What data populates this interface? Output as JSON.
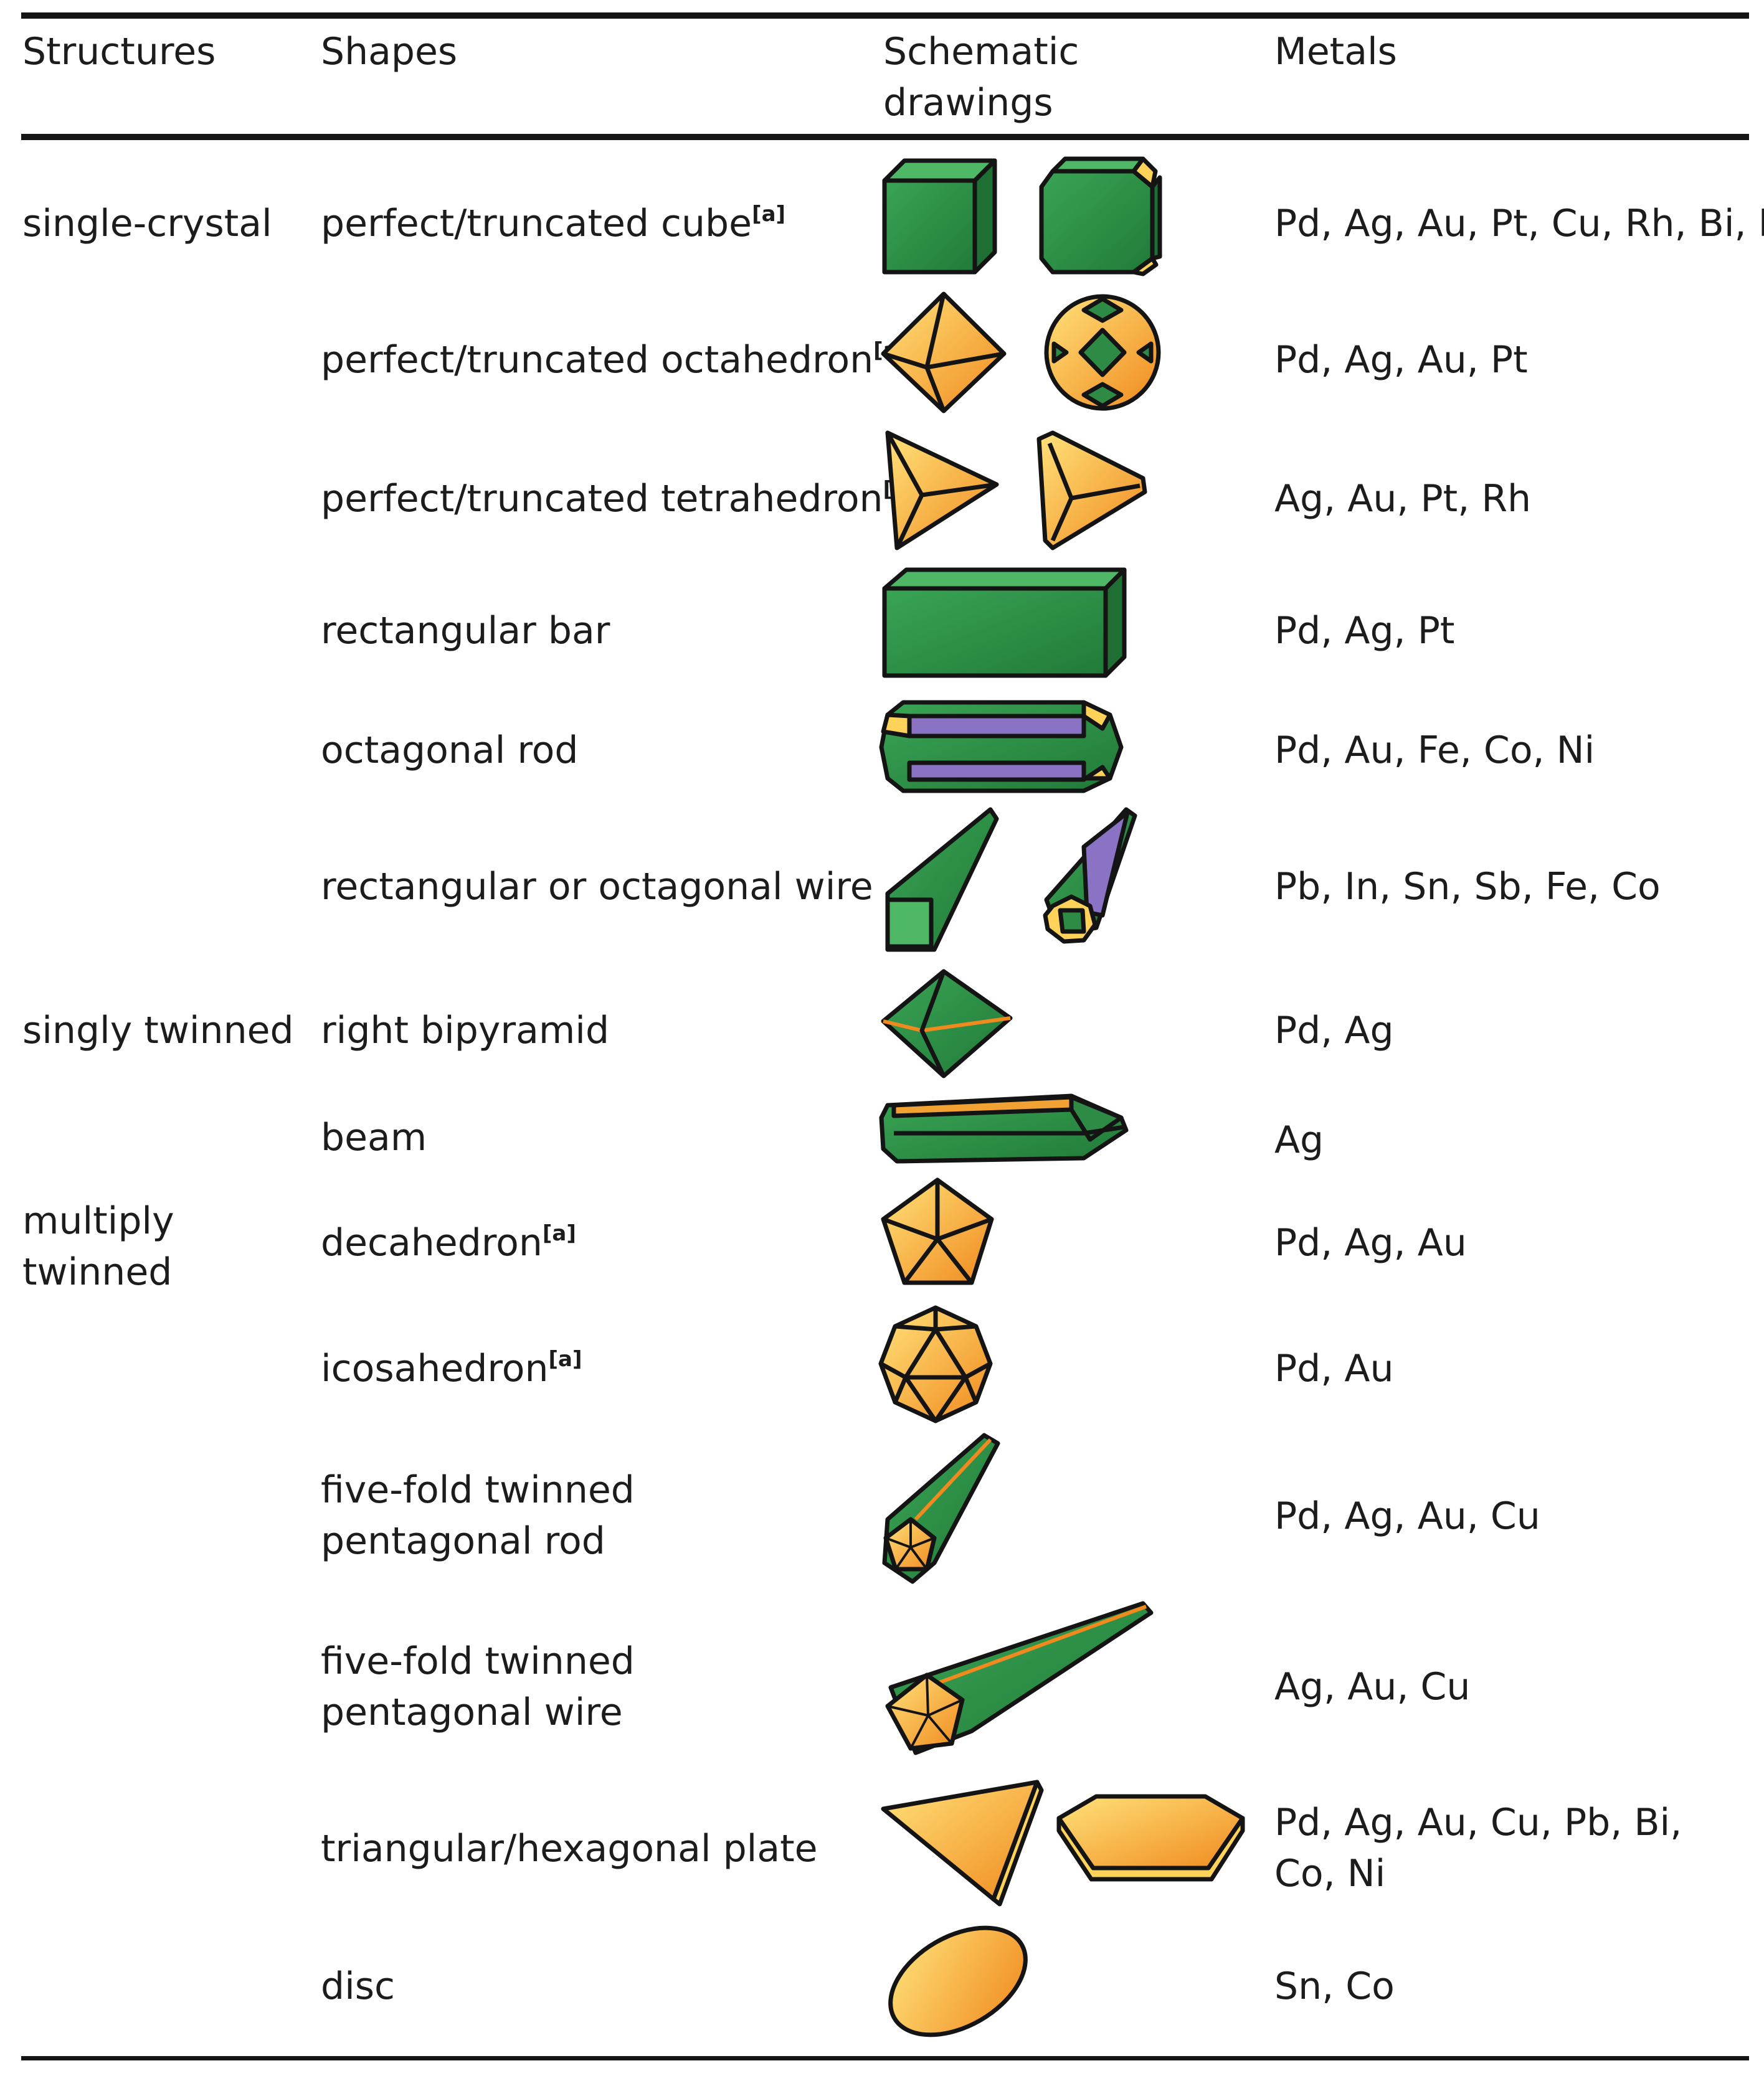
{
  "header": {
    "structures": "Structures",
    "shapes": "Shapes",
    "drawings": "Schematic drawings",
    "metals": "Metals"
  },
  "footnote_marker": "[a]",
  "groups": [
    {
      "label": "single-crystal"
    },
    {
      "label": "singly twinned"
    },
    {
      "label": "multiply twinned"
    }
  ],
  "rows": [
    {
      "shape": "perfect/truncated cube",
      "metals": "Pd, Ag, Au, Pt, Cu, Rh, Bi, Fe",
      "drawings": [
        "cube-icon",
        "truncated-cube-icon"
      ]
    },
    {
      "shape": "perfect/truncated octahedron",
      "metals": "Pd, Ag, Au, Pt",
      "drawings": [
        "octahedron-icon",
        "truncated-octahedron-icon"
      ]
    },
    {
      "shape": "perfect/truncated tetrahedron",
      "metals": "Ag, Au, Pt, Rh",
      "drawings": [
        "tetrahedron-icon",
        "truncated-tetrahedron-icon"
      ]
    },
    {
      "shape": "rectangular bar",
      "metals": "Pd, Ag, Pt",
      "drawings": [
        "rectangular-bar-icon"
      ]
    },
    {
      "shape": "octagonal rod",
      "metals": "Pd, Au, Fe, Co, Ni",
      "drawings": [
        "octagonal-rod-icon"
      ]
    },
    {
      "shape": "rectangular or octagonal wire",
      "metals": "Pb, In, Sn, Sb, Fe, Co",
      "drawings": [
        "rectangular-wire-icon",
        "octagonal-wire-icon"
      ]
    },
    {
      "shape": "right bipyramid",
      "metals": "Pd, Ag",
      "drawings": [
        "right-bipyramid-icon"
      ]
    },
    {
      "shape": "beam",
      "metals": "Ag",
      "drawings": [
        "beam-icon"
      ]
    },
    {
      "shape": "decahedron",
      "metals": "Pd, Ag, Au",
      "drawings": [
        "decahedron-icon"
      ]
    },
    {
      "shape": "icosahedron",
      "metals": "Pd, Au",
      "drawings": [
        "icosahedron-icon"
      ]
    },
    {
      "shape": "five-fold twinned pentagonal rod",
      "metals": "Pd, Ag, Au, Cu",
      "drawings": [
        "pentagonal-rod-icon"
      ]
    },
    {
      "shape": "five-fold twinned pentagonal wire",
      "metals": "Ag, Au, Cu",
      "drawings": [
        "pentagonal-wire-icon"
      ]
    },
    {
      "shape": "triangular/hexagonal plate",
      "metals": "Pd, Ag, Au, Cu, Pb, Bi, Co, Ni",
      "drawings": [
        "triangular-plate-icon",
        "hexagonal-plate-icon"
      ]
    },
    {
      "shape": "disc",
      "metals": "Sn, Co",
      "drawings": [
        "disc-icon"
      ]
    }
  ],
  "colors": {
    "green": "#2e8b45",
    "green_dark": "#1c6a30",
    "purple": "#8a73c4",
    "orange": "#f2a233",
    "yellow": "#ffd35a",
    "outline": "#141414"
  }
}
